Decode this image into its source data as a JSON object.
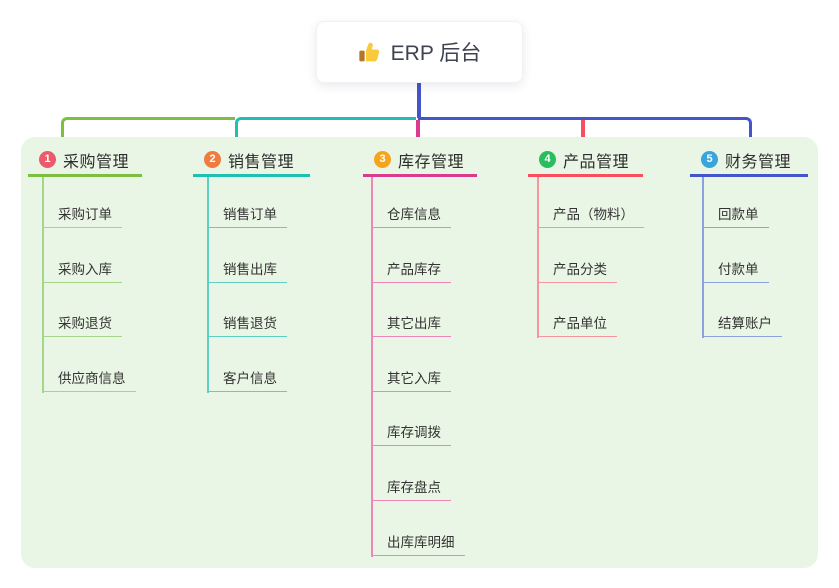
{
  "root": {
    "label": "ERP 后台",
    "icon": "thumbs-up-icon"
  },
  "colors": {
    "stem": "#4355c9",
    "panel_bg": "#eaf6e5",
    "heading_text": "#2d2d2d",
    "child_text": "#333333",
    "root_text": "#3d4350"
  },
  "branches": [
    {
      "badge": "1",
      "title": "采购管理",
      "badge_color": "#ed5a6a",
      "line_color": "#7cbf41",
      "child_line_color": "#a6d587",
      "children": [
        "采购订单",
        "采购入库",
        "采购退货",
        "供应商信息"
      ]
    },
    {
      "badge": "2",
      "title": "销售管理",
      "badge_color": "#ee7b3f",
      "line_color": "#1fbfb2",
      "child_line_color": "#5fcfc3",
      "children": [
        "销售订单",
        "销售出库",
        "销售退货",
        "客户信息"
      ]
    },
    {
      "badge": "3",
      "title": "库存管理",
      "badge_color": "#f6a41e",
      "line_color": "#da3b8e",
      "child_line_color": "#ee86ba",
      "children": [
        "仓库信息",
        "产品库存",
        "其它出库",
        "其它入库",
        "库存调拨",
        "库存盘点",
        "出库库明细"
      ]
    },
    {
      "badge": "4",
      "title": "产品管理",
      "badge_color": "#29bd5f",
      "line_color": "#f74f5e",
      "child_line_color": "#f9959c",
      "children": [
        "产品（物料）",
        "产品分类",
        "产品单位"
      ]
    },
    {
      "badge": "5",
      "title": "财务管理",
      "badge_color": "#39a5dd",
      "line_color": "#4355c9",
      "child_line_color": "#8ca2df",
      "children": [
        "回款单",
        "付款单",
        "结算账户"
      ]
    }
  ]
}
